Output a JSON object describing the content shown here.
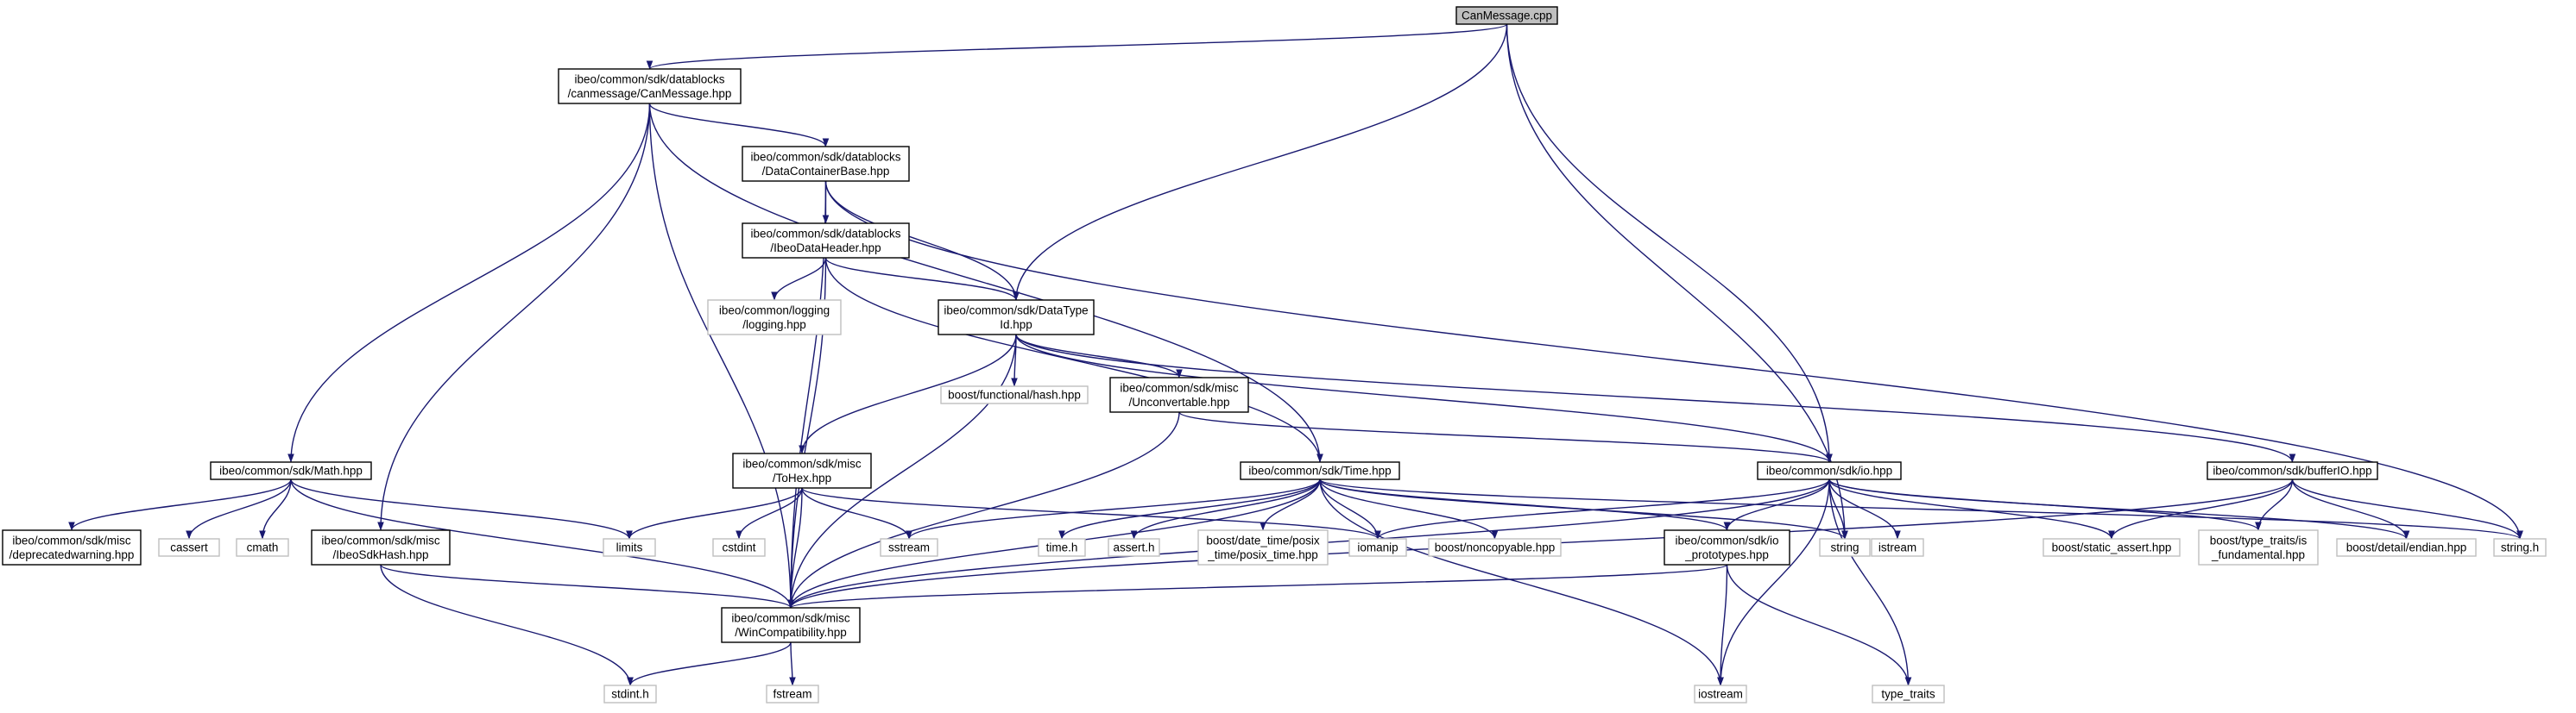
{
  "colors": {
    "edge": "#191970",
    "box_border": "#000000",
    "box_border_system": "#bfbfbf",
    "root_fill": "#bfbfbf",
    "background": "#ffffff"
  },
  "nodes": [
    {
      "id": "root",
      "lines": [
        "CanMessage.cpp"
      ],
      "kind": "root"
    },
    {
      "id": "canmsg",
      "lines": [
        "ibeo/common/sdk/datablocks",
        "/canmessage/CanMessage.hpp"
      ],
      "kind": "file"
    },
    {
      "id": "dcb",
      "lines": [
        "ibeo/common/sdk/datablocks",
        "/DataContainerBase.hpp"
      ],
      "kind": "file"
    },
    {
      "id": "idh",
      "lines": [
        "ibeo/common/sdk/datablocks",
        "/IbeoDataHeader.hpp"
      ],
      "kind": "file"
    },
    {
      "id": "logging",
      "lines": [
        "ibeo/common/logging",
        "/logging.hpp"
      ],
      "kind": "system"
    },
    {
      "id": "dtid",
      "lines": [
        "ibeo/common/sdk/DataType",
        "Id.hpp"
      ],
      "kind": "file"
    },
    {
      "id": "bfhash",
      "lines": [
        "boost/functional/hash.hpp"
      ],
      "kind": "system"
    },
    {
      "id": "unconv",
      "lines": [
        "ibeo/common/sdk/misc",
        "/Unconvertable.hpp"
      ],
      "kind": "file"
    },
    {
      "id": "math",
      "lines": [
        "ibeo/common/sdk/Math.hpp"
      ],
      "kind": "file"
    },
    {
      "id": "tohex",
      "lines": [
        "ibeo/common/sdk/misc",
        "/ToHex.hpp"
      ],
      "kind": "file"
    },
    {
      "id": "time",
      "lines": [
        "ibeo/common/sdk/Time.hpp"
      ],
      "kind": "file"
    },
    {
      "id": "io",
      "lines": [
        "ibeo/common/sdk/io.hpp"
      ],
      "kind": "file"
    },
    {
      "id": "bufferio",
      "lines": [
        "ibeo/common/sdk/bufferIO.hpp"
      ],
      "kind": "file"
    },
    {
      "id": "depwarn",
      "lines": [
        "ibeo/common/sdk/misc",
        "/deprecatedwarning.hpp"
      ],
      "kind": "file"
    },
    {
      "id": "cassert",
      "lines": [
        "cassert"
      ],
      "kind": "system"
    },
    {
      "id": "cmath",
      "lines": [
        "cmath"
      ],
      "kind": "system"
    },
    {
      "id": "sdkhash",
      "lines": [
        "ibeo/common/sdk/misc",
        "/IbeoSdkHash.hpp"
      ],
      "kind": "file"
    },
    {
      "id": "limits",
      "lines": [
        "limits"
      ],
      "kind": "system"
    },
    {
      "id": "cstdint",
      "lines": [
        "cstdint"
      ],
      "kind": "system"
    },
    {
      "id": "sstream",
      "lines": [
        "sstream"
      ],
      "kind": "system"
    },
    {
      "id": "timeh",
      "lines": [
        "time.h"
      ],
      "kind": "system"
    },
    {
      "id": "asserth",
      "lines": [
        "assert.h"
      ],
      "kind": "system"
    },
    {
      "id": "posix",
      "lines": [
        "boost/date_time/posix",
        "_time/posix_time.hpp"
      ],
      "kind": "system"
    },
    {
      "id": "iomanip",
      "lines": [
        "iomanip"
      ],
      "kind": "system"
    },
    {
      "id": "noncopy",
      "lines": [
        "boost/noncopyable.hpp"
      ],
      "kind": "system"
    },
    {
      "id": "ioproto",
      "lines": [
        "ibeo/common/sdk/io",
        "_prototypes.hpp"
      ],
      "kind": "file"
    },
    {
      "id": "string",
      "lines": [
        "string"
      ],
      "kind": "system"
    },
    {
      "id": "istream",
      "lines": [
        "istream"
      ],
      "kind": "system"
    },
    {
      "id": "static_assert",
      "lines": [
        "boost/static_assert.hpp"
      ],
      "kind": "system"
    },
    {
      "id": "type_traits_fund",
      "lines": [
        "boost/type_traits/is",
        "_fundamental.hpp"
      ],
      "kind": "system"
    },
    {
      "id": "endian",
      "lines": [
        "boost/detail/endian.hpp"
      ],
      "kind": "system"
    },
    {
      "id": "stringh",
      "lines": [
        "string.h"
      ],
      "kind": "system"
    },
    {
      "id": "wincompat",
      "lines": [
        "ibeo/common/sdk/misc",
        "/WinCompatibility.hpp"
      ],
      "kind": "file"
    },
    {
      "id": "iostream",
      "lines": [
        "iostream"
      ],
      "kind": "system"
    },
    {
      "id": "type_traits",
      "lines": [
        "type_traits"
      ],
      "kind": "system"
    },
    {
      "id": "stdinth",
      "lines": [
        "stdint.h"
      ],
      "kind": "system"
    },
    {
      "id": "fstream",
      "lines": [
        "fstream"
      ],
      "kind": "system"
    }
  ],
  "edges": [
    [
      "root",
      "canmsg"
    ],
    [
      "root",
      "dtid"
    ],
    [
      "root",
      "io"
    ],
    [
      "root",
      "string"
    ],
    [
      "canmsg",
      "dcb"
    ],
    [
      "canmsg",
      "math"
    ],
    [
      "canmsg",
      "sdkhash"
    ],
    [
      "canmsg",
      "wincompat"
    ],
    [
      "canmsg",
      "time"
    ],
    [
      "dcb",
      "idh"
    ],
    [
      "dcb",
      "dtid"
    ],
    [
      "dcb",
      "wincompat"
    ],
    [
      "dcb",
      "stringh"
    ],
    [
      "idh",
      "logging"
    ],
    [
      "idh",
      "dtid"
    ],
    [
      "idh",
      "wincompat"
    ],
    [
      "idh",
      "time"
    ],
    [
      "dtid",
      "bfhash"
    ],
    [
      "dtid",
      "unconv"
    ],
    [
      "dtid",
      "tohex"
    ],
    [
      "dtid",
      "wincompat"
    ],
    [
      "dtid",
      "io"
    ],
    [
      "dtid",
      "bufferio"
    ],
    [
      "unconv",
      "wincompat"
    ],
    [
      "unconv",
      "io"
    ],
    [
      "math",
      "depwarn"
    ],
    [
      "math",
      "cassert"
    ],
    [
      "math",
      "cmath"
    ],
    [
      "math",
      "limits"
    ],
    [
      "math",
      "wincompat"
    ],
    [
      "sdkhash",
      "stdinth"
    ],
    [
      "sdkhash",
      "wincompat"
    ],
    [
      "tohex",
      "limits"
    ],
    [
      "tohex",
      "cstdint"
    ],
    [
      "tohex",
      "sstream"
    ],
    [
      "tohex",
      "wincompat"
    ],
    [
      "tohex",
      "iomanip"
    ],
    [
      "time",
      "sstream"
    ],
    [
      "time",
      "timeh"
    ],
    [
      "time",
      "asserth"
    ],
    [
      "time",
      "posix"
    ],
    [
      "time",
      "iomanip"
    ],
    [
      "time",
      "noncopy"
    ],
    [
      "time",
      "ioproto"
    ],
    [
      "time",
      "string"
    ],
    [
      "time",
      "iostream"
    ],
    [
      "time",
      "wincompat"
    ],
    [
      "time",
      "stringh"
    ],
    [
      "io",
      "iomanip"
    ],
    [
      "io",
      "ioproto"
    ],
    [
      "io",
      "string"
    ],
    [
      "io",
      "istream"
    ],
    [
      "io",
      "iostream"
    ],
    [
      "io",
      "type_traits"
    ],
    [
      "io",
      "static_assert"
    ],
    [
      "io",
      "type_traits_fund"
    ],
    [
      "io",
      "endian"
    ],
    [
      "io",
      "wincompat"
    ],
    [
      "ioproto",
      "wincompat"
    ],
    [
      "ioproto",
      "iostream"
    ],
    [
      "ioproto",
      "type_traits"
    ],
    [
      "bufferio",
      "static_assert"
    ],
    [
      "bufferio",
      "type_traits_fund"
    ],
    [
      "bufferio",
      "endian"
    ],
    [
      "bufferio",
      "stringh"
    ],
    [
      "bufferio",
      "wincompat"
    ],
    [
      "wincompat",
      "stdinth"
    ],
    [
      "wincompat",
      "fstream"
    ]
  ]
}
